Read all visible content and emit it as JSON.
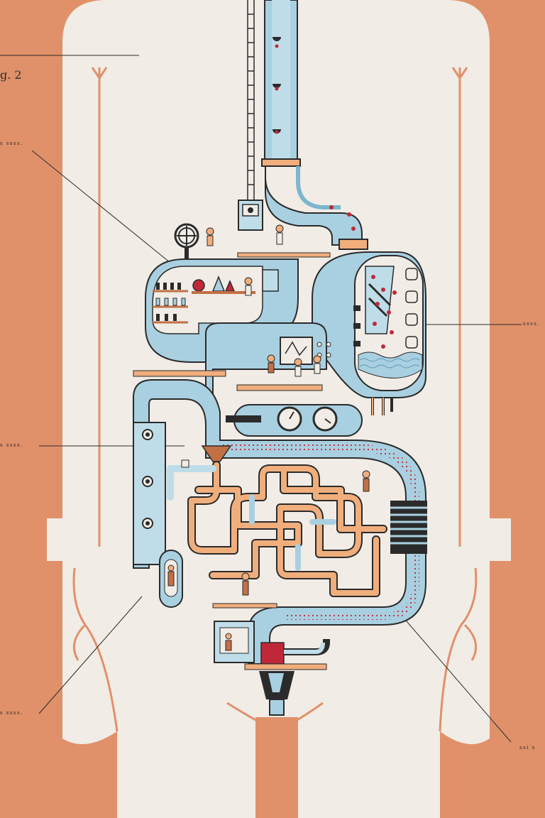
{
  "figure": {
    "label": "g. 2"
  },
  "annotations": [
    {
      "id": "left-top",
      "text": "s ssss."
    },
    {
      "id": "left-mid",
      "text": "s ssss."
    },
    {
      "id": "left-bottom",
      "text": "s ssss."
    },
    {
      "id": "right-mid",
      "text": "ssss."
    },
    {
      "id": "right-bottom",
      "text": "ssi s"
    }
  ],
  "colors": {
    "background": "#e0916a",
    "body": "#f1ece6",
    "pipe_blue": "#a9d0e0",
    "pipe_dark": "#5e9bb7",
    "pipe_tan": "#f0ae7d",
    "ink": "#2b2b2b",
    "red": "#c0283a"
  }
}
